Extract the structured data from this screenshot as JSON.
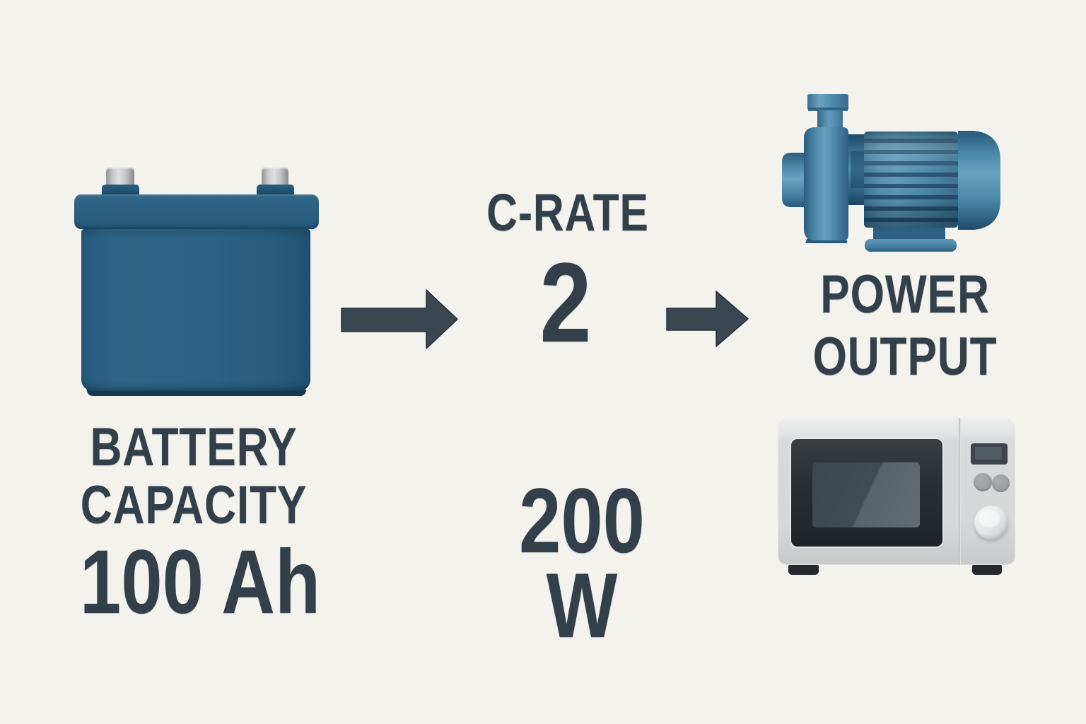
{
  "canvas": {
    "background": "#f4f2ed",
    "text_color": "#333f49",
    "arrow_color": "#3a4750",
    "battery_blue": "#2b607f",
    "pump_blue": "#4e8cab",
    "appliance_gray": "#d6d7d8"
  },
  "battery_section": {
    "icon": "battery-icon",
    "label_line1": "BATTERY",
    "label_line2": "CAPACITY",
    "value": "100 Ah"
  },
  "crate_section": {
    "label": "C-RATE",
    "value": "2",
    "result": "200 W"
  },
  "output_section": {
    "icon_top": "water-pump-icon",
    "icon_bottom": "microwave-icon",
    "label_line1": "POWER",
    "label_line2": "OUTPUT"
  },
  "arrows": {
    "first": "arrow-right-icon",
    "second": "arrow-right-icon"
  }
}
